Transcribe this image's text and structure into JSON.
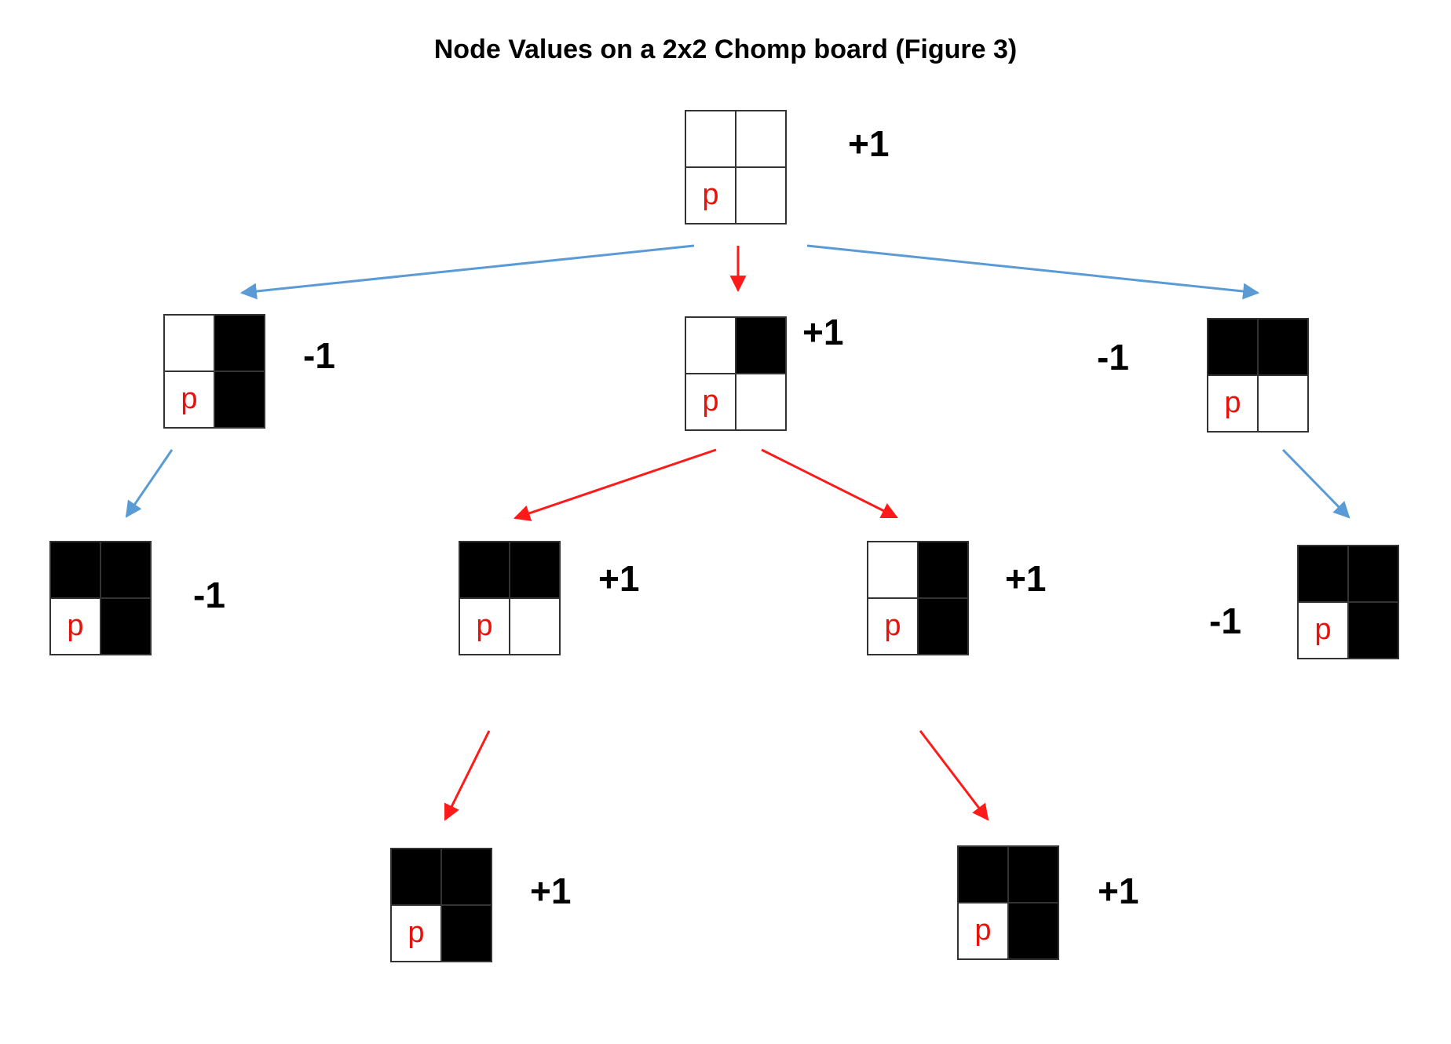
{
  "title": "Node Values on a 2x2 Chomp board (Figure 3)",
  "poison_label": "p",
  "colors": {
    "winning_edge": "#ff1a1a",
    "losing_edge": "#5b9bd5",
    "eaten": "#000000",
    "poison_text": "#e8120c"
  },
  "nodes": [
    {
      "id": "root",
      "value": "+1",
      "cells": {
        "tl": false,
        "tr": false,
        "br": false
      }
    },
    {
      "id": "n1",
      "value": "-1",
      "cells": {
        "tl": false,
        "tr": true,
        "br": true
      }
    },
    {
      "id": "n2",
      "value": "+1",
      "cells": {
        "tl": false,
        "tr": true,
        "br": false
      }
    },
    {
      "id": "n3",
      "value": "-1",
      "cells": {
        "tl": true,
        "tr": true,
        "br": false
      }
    },
    {
      "id": "n4",
      "value": "-1",
      "cells": {
        "tl": true,
        "tr": true,
        "br": true
      }
    },
    {
      "id": "n5",
      "value": "+1",
      "cells": {
        "tl": true,
        "tr": true,
        "br": false
      }
    },
    {
      "id": "n6",
      "value": "+1",
      "cells": {
        "tl": false,
        "tr": true,
        "br": true
      }
    },
    {
      "id": "n7",
      "value": "-1",
      "cells": {
        "tl": true,
        "tr": true,
        "br": true
      }
    },
    {
      "id": "n8",
      "value": "+1",
      "cells": {
        "tl": true,
        "tr": true,
        "br": true
      }
    },
    {
      "id": "n9",
      "value": "+1",
      "cells": {
        "tl": true,
        "tr": true,
        "br": true
      }
    }
  ],
  "edges": [
    {
      "from": "root",
      "to": "n1",
      "kind": "losing"
    },
    {
      "from": "root",
      "to": "n2",
      "kind": "winning"
    },
    {
      "from": "root",
      "to": "n3",
      "kind": "losing"
    },
    {
      "from": "n1",
      "to": "n4",
      "kind": "losing"
    },
    {
      "from": "n2",
      "to": "n5",
      "kind": "winning"
    },
    {
      "from": "n2",
      "to": "n6",
      "kind": "winning"
    },
    {
      "from": "n3",
      "to": "n7",
      "kind": "losing"
    },
    {
      "from": "n5",
      "to": "n8",
      "kind": "winning"
    },
    {
      "from": "n6",
      "to": "n9",
      "kind": "winning"
    }
  ]
}
